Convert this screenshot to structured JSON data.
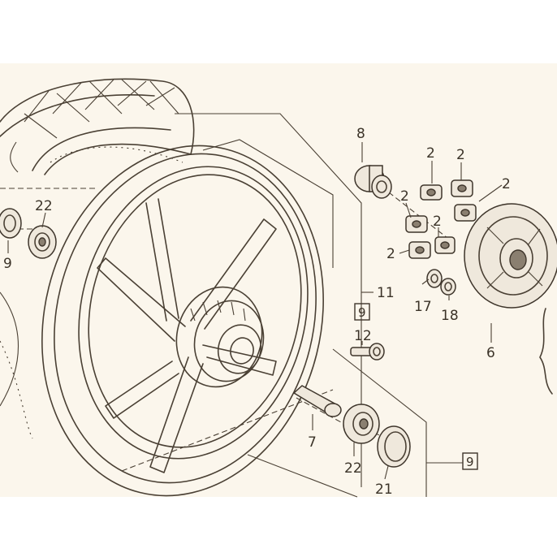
{
  "callouts": {
    "p8": "8",
    "p2a": "2",
    "p2b": "2",
    "p2c": "2",
    "p2d": "2",
    "p2e": "2",
    "p2f": "2",
    "p22a": "22",
    "p9a": "9",
    "p11": "11",
    "p9box_mid": "9",
    "p12": "12",
    "p17": "17",
    "p18": "18",
    "p6": "6",
    "p7": "7",
    "p22b": "22",
    "p21": "21",
    "p9box_low": "9"
  }
}
